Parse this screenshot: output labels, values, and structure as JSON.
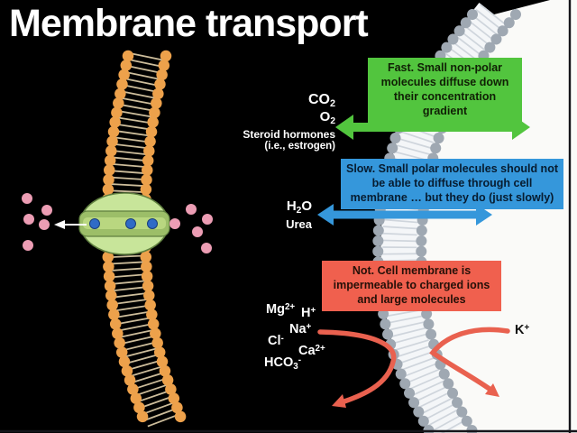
{
  "title": "Membrane transport",
  "callouts": {
    "fast": {
      "lead": "Fast.",
      "text": " Small non-polar molecules diffuse down their concentration gradient"
    },
    "slow": {
      "lead": "Slow.",
      "text": " Small polar molecules should not be able to diffuse through cell membrane … but they do (just slowly)"
    },
    "not": {
      "lead": "Not.",
      "text": " Cell membrane is impermeable to charged ions and large molecules"
    }
  },
  "molecules": {
    "co2": {
      "base": "CO",
      "sub": "2"
    },
    "o2": {
      "base": "O",
      "sub": "2"
    },
    "steroid": "Steroid hormones",
    "estrogen": "(i.e., estrogen)",
    "h2o": {
      "pre": "H",
      "sub": "2",
      "post": "O"
    },
    "urea": "Urea"
  },
  "ions": {
    "mg": {
      "base": "Mg",
      "sup": "2+"
    },
    "h": {
      "base": "H",
      "sup": "+"
    },
    "na": {
      "base": "Na",
      "sup": "+"
    },
    "cl": {
      "base": "Cl",
      "sup": "-"
    },
    "ca": {
      "base": "Ca",
      "sup": "2+"
    },
    "hco3": {
      "base": "HCO",
      "sub": "3",
      "sup": "-"
    },
    "k": {
      "base": "K",
      "sup": "+"
    }
  },
  "colors": {
    "fast-green": "#52C53E",
    "slow-blue": "#3597DB",
    "not-red": "#F0604E",
    "arrow-red": "#E9614F",
    "heads-orange": "#EDA14B",
    "heads-gray": "#9FA8B2",
    "protein-green": "#C8E59A",
    "dots-pink": "#EC9DB4",
    "dots-blue": "#2F6BC6"
  }
}
